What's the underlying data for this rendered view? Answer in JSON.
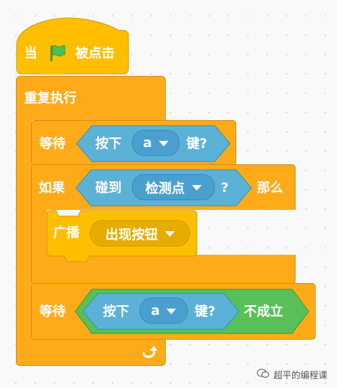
{
  "hat": {
    "when": "当",
    "clicked": "被点击"
  },
  "forever": {
    "label": "重复执行"
  },
  "wait1": {
    "label": "等待",
    "press": "按下",
    "key": "a",
    "key_suffix": "键?"
  },
  "if_block": {
    "label": "如果",
    "touching": "碰到",
    "target": "检测点",
    "question": "?",
    "then": "那么"
  },
  "broadcast": {
    "label": "广播",
    "message": "出现按钮"
  },
  "wait2": {
    "label": "等待",
    "press": "按下",
    "key": "a",
    "key_suffix": "键?",
    "not": "不成立"
  },
  "watermark": {
    "text": "超平的编程课"
  },
  "colors": {
    "control": "#ffab19",
    "events": "#ffbf00",
    "sensing": "#5cb1d6",
    "operators": "#59c059",
    "flag": "#4cbf56"
  }
}
